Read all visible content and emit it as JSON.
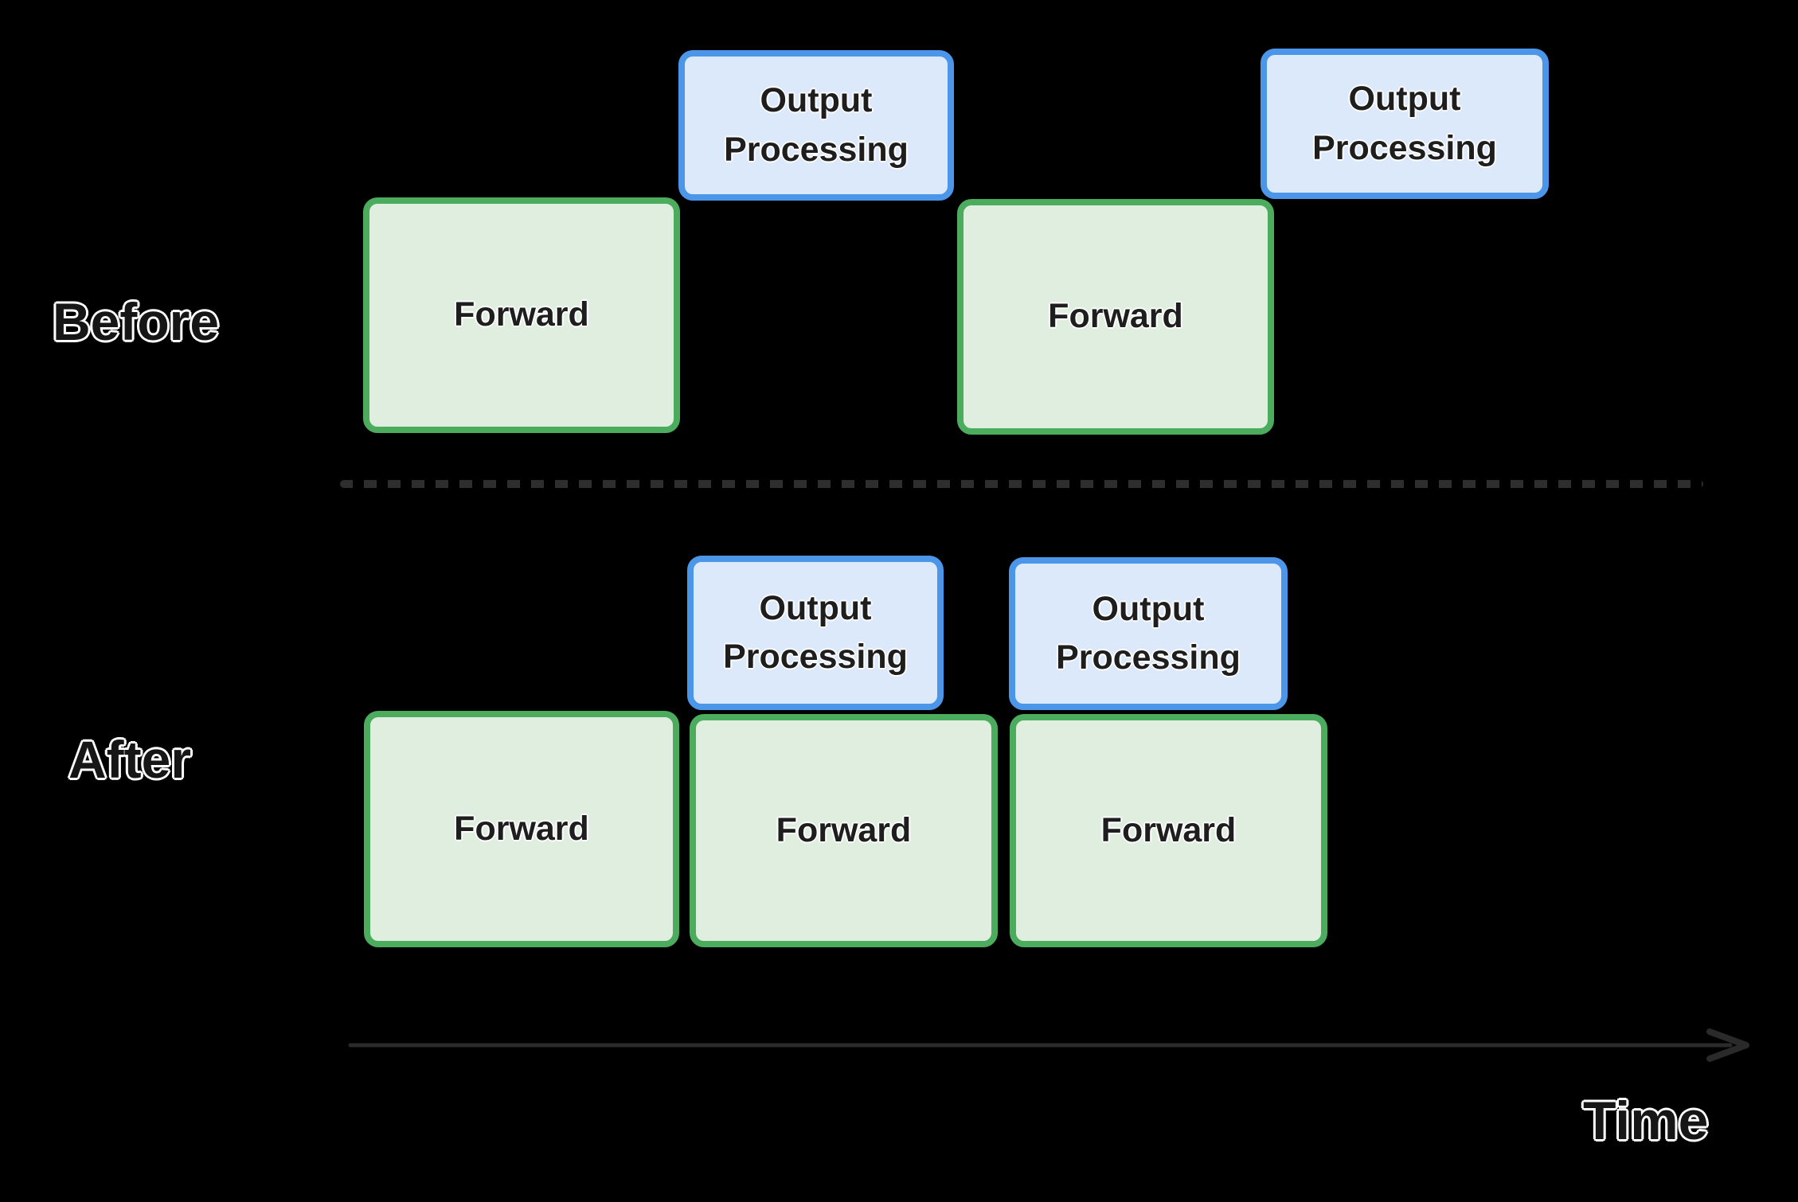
{
  "sections": {
    "before": {
      "label": "Before",
      "sequence": [
        "Forward",
        "Output Processing",
        "Forward",
        "Output Processing"
      ]
    },
    "after": {
      "label": "After",
      "sequence": [
        "Forward",
        "Forward",
        "Forward",
        "Output Processing",
        "Output Processing"
      ]
    }
  },
  "box_labels": {
    "forward": "Forward",
    "output_processing": "Output Processing"
  },
  "axis": {
    "label": "Time"
  },
  "colors": {
    "background": "#000000",
    "forward_fill": "#DFEEDF",
    "forward_border": "#4CAC5E",
    "output_fill": "#DCE9FB",
    "output_border": "#4B96E8",
    "box_text": "#1E1E1E",
    "label_text": "#161616",
    "label_outline": "#FFFFFF",
    "divider": "#2E2E2E",
    "axis_arrow": "#2A2A2A"
  }
}
